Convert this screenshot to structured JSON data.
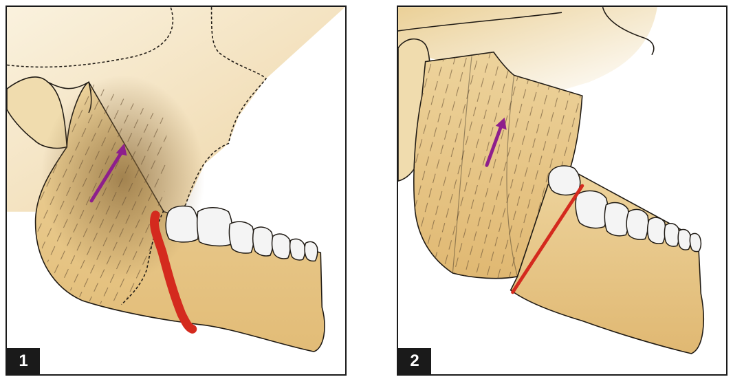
{
  "panels": [
    {
      "number": "1"
    },
    {
      "number": "2"
    }
  ],
  "colors": {
    "bone": "#e8c98a",
    "bone_light": "#f6e7c2",
    "muscle_shadow": "#b18d58",
    "tooth": "#f4f4f4",
    "osteotomy_line": "#d42a1e",
    "vector_arrow": "#8e1f8c",
    "outline": "#1f1a14"
  },
  "icons": {
    "vector_arrow": "arrow-up-right-icon",
    "osteotomy": "osteotomy-line"
  }
}
